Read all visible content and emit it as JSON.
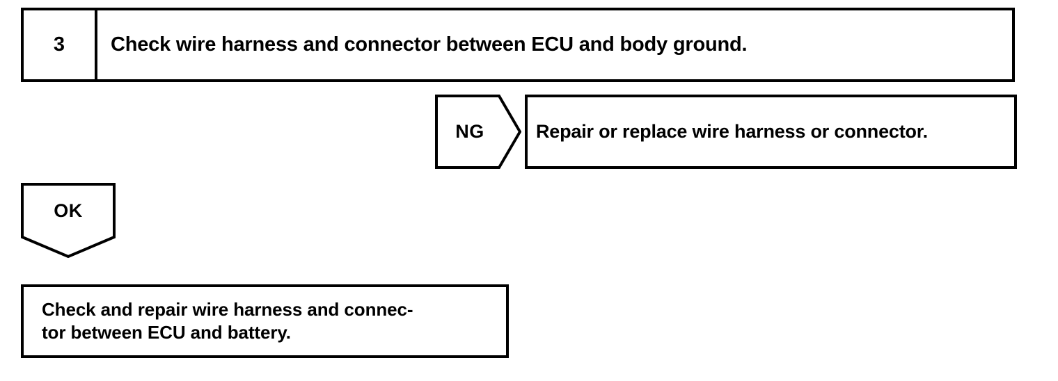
{
  "diagram": {
    "type": "troubleshooting-flowchart",
    "stroke_color": "#000000",
    "background_color": "#ffffff",
    "step": {
      "number": "3",
      "instruction": "Check wire harness and connector between ECU and body ground."
    },
    "branches": [
      {
        "label": "NG",
        "direction": "right",
        "result": "Repair or replace wire harness or connector."
      },
      {
        "label": "OK",
        "direction": "down",
        "result_lines": [
          "Check and repair wire harness and connec-",
          "tor between ECU and battery."
        ]
      }
    ]
  }
}
